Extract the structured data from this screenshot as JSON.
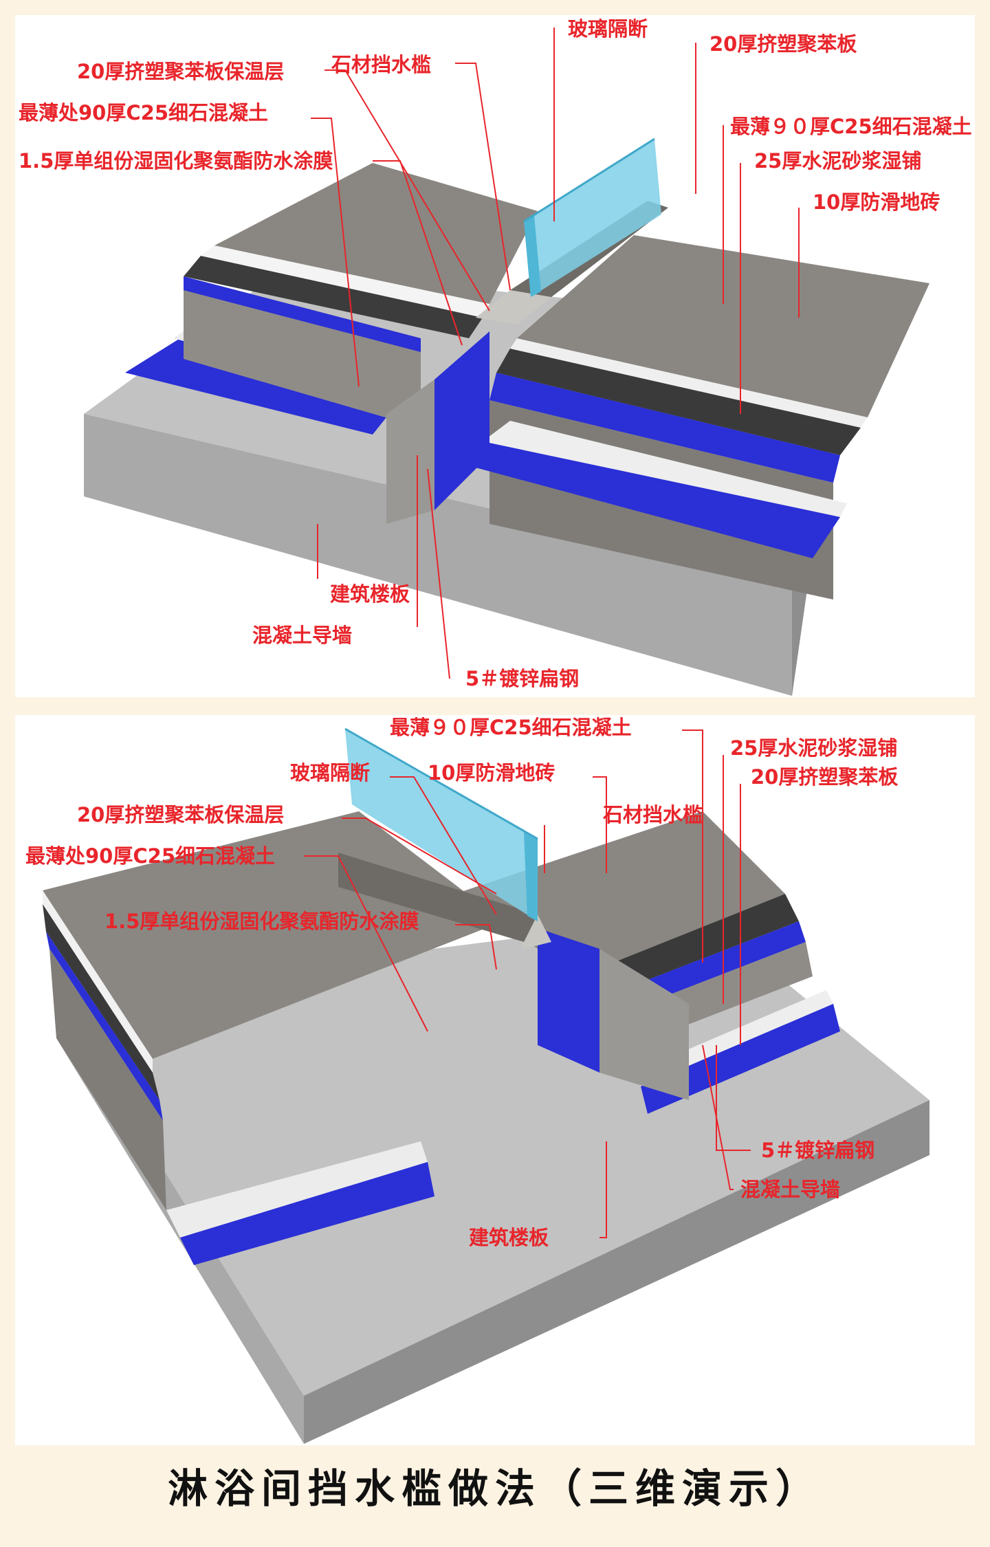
{
  "colors": {
    "background": "#fdf3e3",
    "label_red": "#e8252b",
    "membrane_blue": "#2a2fd6",
    "glass": "#7fd0e8",
    "tile": "#8a8782",
    "concrete": "#b9b9b9"
  },
  "top_panel": {
    "labels": {
      "glass_partition": "玻璃隔断",
      "xps_board": "20厚挤塑聚苯板",
      "xps_insulation": "20厚挤塑聚苯板保温层",
      "stone_threshold": "石材挡水槛",
      "c25_thinnest_left": "最薄处90厚C25细石混凝土",
      "c25_thinnest_right": "最薄９０厚C25细石混凝土",
      "waterproof_membrane": "1.5厚单组份湿固化聚氨酯防水涂膜",
      "mortar_bed": "25厚水泥砂浆湿铺",
      "antislip_tile": "10厚防滑地砖",
      "floor_slab": "建筑楼板",
      "concrete_guide_wall": "混凝土导墙",
      "galvanized_flat_steel": "5＃镀锌扁钢"
    }
  },
  "bottom_panel": {
    "labels": {
      "c25_thinnest_top": "最薄９０厚C25细石混凝土",
      "mortar_bed": "25厚水泥砂浆湿铺",
      "glass_partition": "玻璃隔断",
      "antislip_tile": "10厚防滑地砖",
      "xps_board": "20厚挤塑聚苯板",
      "xps_insulation": "20厚挤塑聚苯板保温层",
      "stone_threshold": "石材挡水槛",
      "c25_thinnest_left": "最薄处90厚C25细石混凝土",
      "waterproof_membrane": "1.5厚单组份湿固化聚氨酯防水涂膜",
      "galvanized_flat_steel": "5＃镀锌扁钢",
      "concrete_guide_wall": "混凝土导墙",
      "floor_slab": "建筑楼板"
    }
  },
  "caption": "淋浴间挡水槛做法（三维演示）"
}
